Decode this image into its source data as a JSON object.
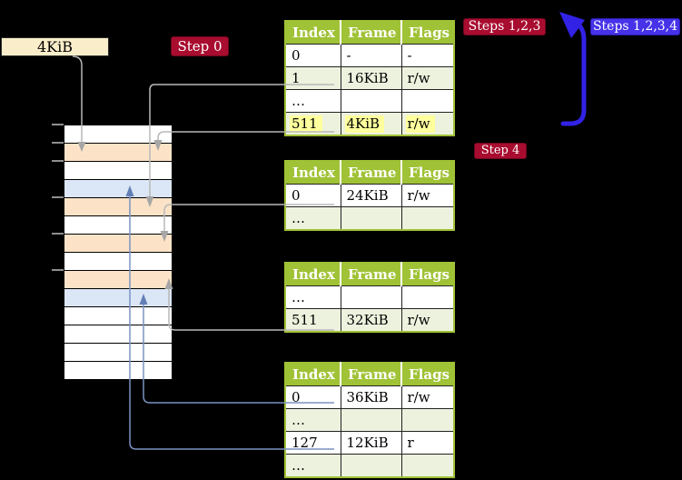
{
  "colors": {
    "table_green": "#a0c236",
    "row_green": "#edf2de",
    "highlight_yellow": "#ffff9d",
    "frame_peach": "#fce3c7",
    "page_blue": "#dbe6f6",
    "label_cream": "#faeeca",
    "badge_red": "#a80c2f",
    "badge_blue": "#4632e8",
    "loop_arrow_blue": "#3222e6",
    "connector_gray": "#b8b8b8",
    "connector_blue": "#7b92c3"
  },
  "labels": {
    "frame_address": "4KiB"
  },
  "badges": {
    "step0": {
      "label": "Step 0"
    },
    "steps123": {
      "label": "Steps 1,2,3"
    },
    "steps1234": {
      "label": "Steps 1,2,3,4"
    },
    "step4": {
      "label": "Step 4"
    }
  },
  "tables": [
    {
      "name": "page-table-top",
      "headers": [
        "Index",
        "Frame",
        "Flags"
      ],
      "rows": [
        [
          "0",
          "-",
          "-"
        ],
        [
          "1",
          "16KiB",
          "r/w"
        ],
        [
          "…",
          "",
          ""
        ],
        [
          "511",
          "4KiB",
          "r/w"
        ]
      ],
      "highlight_row": 3
    },
    {
      "name": "page-table-second",
      "headers": [
        "Index",
        "Frame",
        "Flags"
      ],
      "rows": [
        [
          "0",
          "24KiB",
          "r/w"
        ],
        [
          "…",
          "",
          ""
        ]
      ],
      "highlight_row": -1
    },
    {
      "name": "page-table-third",
      "headers": [
        "Index",
        "Frame",
        "Flags"
      ],
      "rows": [
        [
          "…",
          "",
          ""
        ],
        [
          "511",
          "32KiB",
          "r/w"
        ]
      ],
      "highlight_row": -1
    },
    {
      "name": "page-table-bottom",
      "headers": [
        "Index",
        "Frame",
        "Flags"
      ],
      "rows": [
        [
          "0",
          "36KiB",
          "r/w"
        ],
        [
          "…",
          "",
          ""
        ],
        [
          "127",
          "12KiB",
          "r"
        ],
        [
          "…",
          "",
          ""
        ]
      ],
      "highlight_row": -1
    }
  ],
  "memory_strip": {
    "frames": [
      "free",
      "page-table",
      "free",
      "mapped-page",
      "page-table",
      "free",
      "page-table",
      "free",
      "page-table",
      "mapped-page",
      "free",
      "free",
      "free",
      "free"
    ],
    "tick_rows": [
      0,
      1,
      2,
      4,
      6,
      8
    ]
  }
}
